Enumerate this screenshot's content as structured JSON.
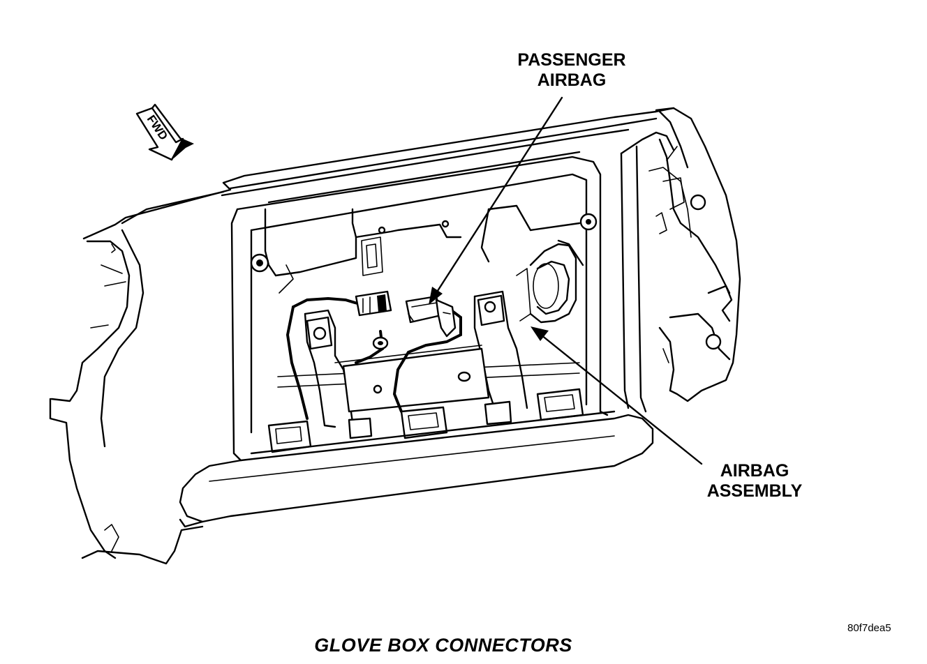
{
  "labels": {
    "passenger_airbag_line1": "PASSENGER",
    "passenger_airbag_line2": "AIRBAG",
    "airbag_assembly_line1": "AIRBAG",
    "airbag_assembly_line2": "ASSEMBLY",
    "fwd_arrow": "FWD"
  },
  "caption": "GLOVE BOX CONNECTORS",
  "figure_code": "80f7dea5",
  "colors": {
    "ink": "#000000",
    "paper": "#ffffff"
  }
}
